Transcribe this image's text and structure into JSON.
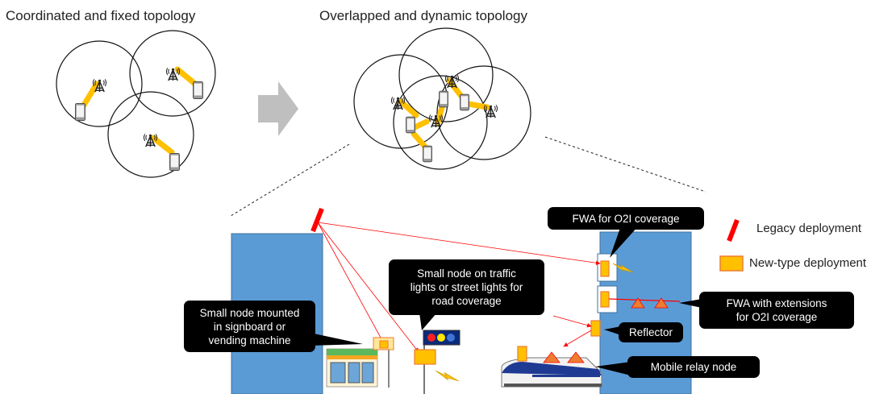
{
  "headings": {
    "left": "Coordinated and fixed topology",
    "right": "Overlapped and dynamic topology"
  },
  "legend": {
    "legacy": "Legacy deployment",
    "new_type": "New-type deployment"
  },
  "callouts": {
    "fwa_o2i": "FWA for O2I coverage",
    "traffic_lights": "Small node on traffic\nlights or street lights for\nroad coverage",
    "signboard": "Small node mounted\nin signboard or\nvending machine",
    "fwa_extensions": "FWA with extensions\nfor O2I coverage",
    "reflector": "Reflector",
    "mobile_relay": "Mobile relay node"
  },
  "colors": {
    "building": "#5B9BD5",
    "building_edge": "#41719C",
    "new_node_fill": "#FFC000",
    "new_node_edge": "#ED7D31",
    "legacy": "#FF0000",
    "beam": "#FFC000",
    "callout_bg": "#000000",
    "arrow": "#BFBFBF"
  },
  "icons": [
    "cell-tower-icon",
    "smartphone-icon",
    "convenience-store-icon",
    "traffic-light-icon",
    "bullet-train-icon",
    "lightning-icon"
  ]
}
